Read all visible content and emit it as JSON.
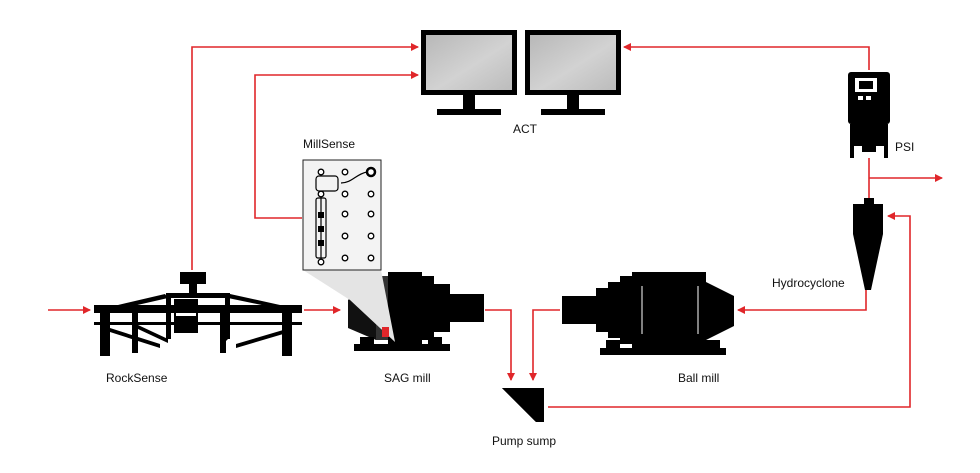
{
  "labels": {
    "act": "ACT",
    "psi": "PSI",
    "millsense": "MillSense",
    "hydrocyclone": "Hydrocyclone",
    "rocksense": "RockSense",
    "sag_mill": "SAG mill",
    "ball_mill": "Ball mill",
    "pump_sump": "Pump sump"
  },
  "colors": {
    "flow": "#e0262a",
    "equipment": "#000000",
    "panel_fill": "#f3f3f3",
    "screen_fill": "#c4c4c4"
  },
  "icons": [
    "monitor-icon",
    "analyzer-icon",
    "hydrocyclone-icon",
    "conveyor-icon",
    "sag-mill-icon",
    "ball-mill-icon",
    "pump-sump-icon",
    "sensor-panel-icon"
  ]
}
